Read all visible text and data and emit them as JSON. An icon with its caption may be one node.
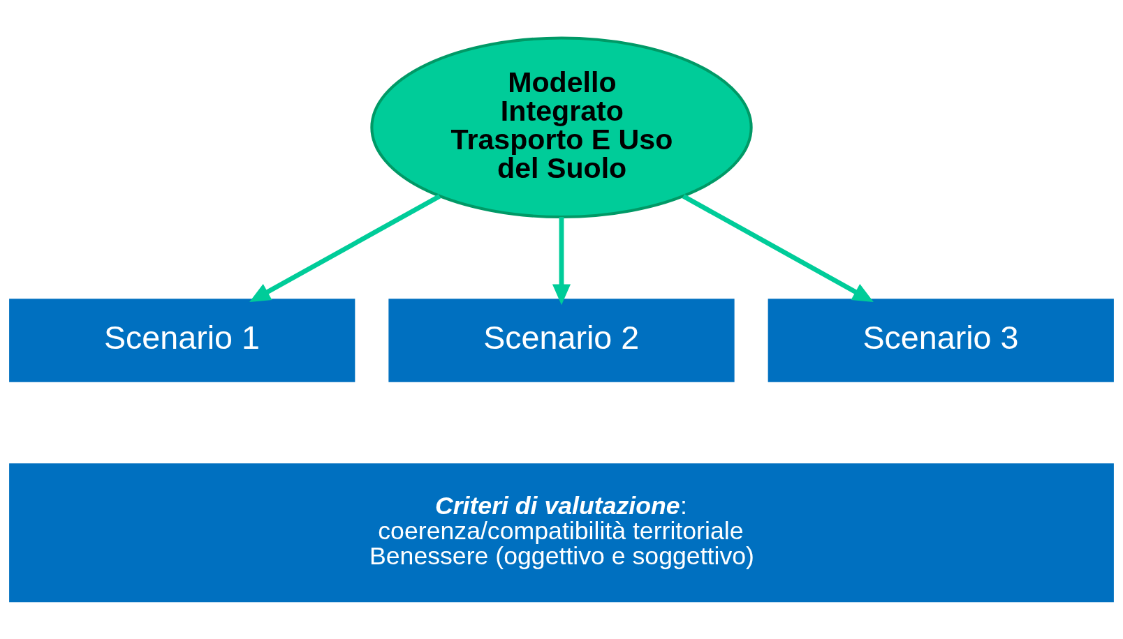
{
  "diagram": {
    "nodes": [
      {
        "text": [
          "Modello Integrato Trasporto E Uso del Suolo"
        ]
      },
      {
        "text": [
          "Scenario 1"
        ]
      },
      {
        "text": [
          "Scenario 2"
        ]
      },
      {
        "text": [
          "Scenario 3"
        ]
      },
      {
        "text": [
          "*Criteri di valutazione*:",
          "coerenza/compatibilità territoriale",
          "Benessere (oggettivo e soggettivo)"
        ]
      }
    ],
    "edges": [
      {
        "from": 0,
        "to": 1,
        "arrow": "to"
      },
      {
        "from": 0,
        "to": 2,
        "arrow": "to"
      },
      {
        "from": 0,
        "to": 3,
        "arrow": "to"
      }
    ]
  }
}
